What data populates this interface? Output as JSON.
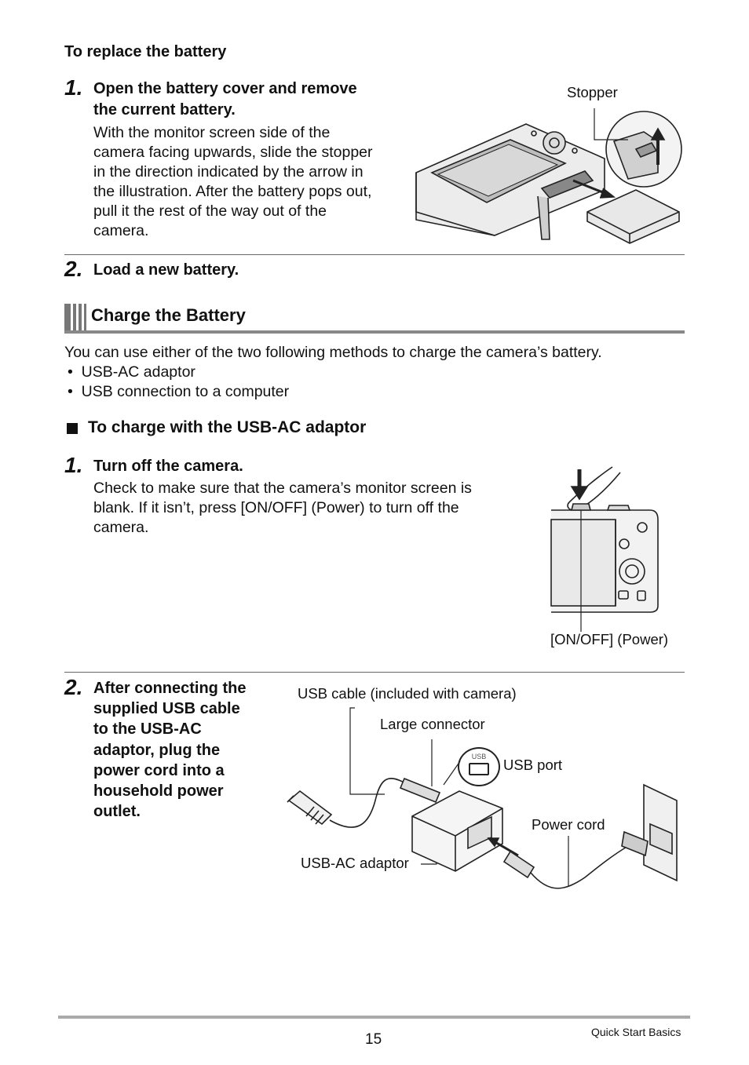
{
  "replace": {
    "heading": "To replace the battery",
    "step1": {
      "num": "1.",
      "title_lines": [
        "Open the battery cover and remove",
        "the current battery."
      ],
      "body_lines": [
        "With the monitor screen side of the",
        "camera facing upwards, slide the stopper",
        "in the direction indicated by the arrow in",
        "the illustration. After the battery pops out,",
        "pull it the rest of the way out of the",
        "camera."
      ],
      "label_stopper": "Stopper"
    },
    "step2": {
      "num": "2.",
      "title": "Load a new battery."
    }
  },
  "charge": {
    "section_title": "Charge the Battery",
    "intro": "You can use either of the two following methods to charge the camera’s battery.",
    "bullets": [
      "USB-AC adaptor",
      "USB connection to a computer"
    ],
    "subheading": "To charge with the USB-AC adaptor",
    "step1": {
      "num": "1.",
      "title": "Turn off the camera.",
      "body_lines": [
        "Check to make sure that the camera’s monitor screen is",
        "blank. If it isn’t, press [ON/OFF] (Power) to turn off the",
        "camera."
      ],
      "label_power": "[ON/OFF] (Power)"
    },
    "step2": {
      "num": "2.",
      "title_lines": [
        "After connecting the",
        "supplied USB cable",
        "to the USB-AC",
        "adaptor, plug the",
        "power cord into a",
        "household power",
        "outlet."
      ],
      "labels": {
        "usb_cable": "USB cable (included with camera)",
        "large_connector": "Large connector",
        "usb_port": "USB port",
        "power_cord": "Power cord",
        "adaptor": "USB-AC adaptor",
        "usb_badge": "USB"
      }
    }
  },
  "footer": {
    "page_number": "15",
    "section": "Quick Start Basics"
  }
}
